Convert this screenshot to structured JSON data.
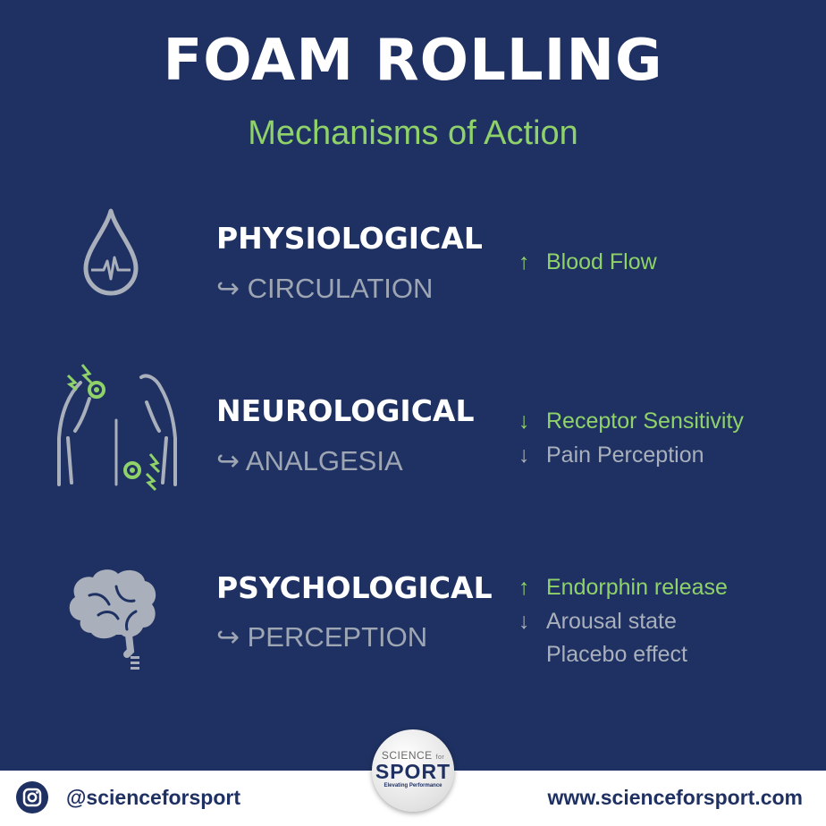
{
  "header": {
    "title": "FOAM ROLLING",
    "subtitle": "Mechanisms of Action"
  },
  "rows": [
    {
      "icon": "blood-drop-heartbeat-icon",
      "category": "PHYSIOLOGICAL",
      "mechanism": "↪ CIRCULATION",
      "effects": [
        {
          "arrow": "↑",
          "text": "Blood Flow",
          "color": "#8fd26a"
        }
      ]
    },
    {
      "icon": "back-pain-points-icon",
      "category": "NEUROLOGICAL",
      "mechanism": "↪ ANALGESIA",
      "effects": [
        {
          "arrow": "↓",
          "text": "Receptor Sensitivity",
          "color": "#8fd26a"
        },
        {
          "arrow": "↓",
          "text": "Pain Perception",
          "color": "#a9b0bb"
        }
      ]
    },
    {
      "icon": "brain-icon",
      "category": "PSYCHOLOGICAL",
      "mechanism": "↪ PERCEPTION",
      "effects": [
        {
          "arrow": "↑",
          "text": "Endorphin release",
          "color": "#8fd26a"
        },
        {
          "arrow": "↓",
          "text": "Arousal state",
          "color": "#a9b0bb"
        },
        {
          "arrow": "",
          "text": "Placebo effect",
          "color": "#a9b0bb"
        }
      ]
    }
  ],
  "logo": {
    "line1": "SCIENCE",
    "line1_small": "for",
    "line2": "SPORT",
    "tagline": "Elevating Performance"
  },
  "footer": {
    "icon": "instagram-icon",
    "handle": "@scienceforsport",
    "url": "www.scienceforsport.com"
  },
  "colors": {
    "background": "#1f3162",
    "accent_green": "#8fd26a",
    "muted_grey": "#a9b0bb",
    "white": "#ffffff"
  }
}
